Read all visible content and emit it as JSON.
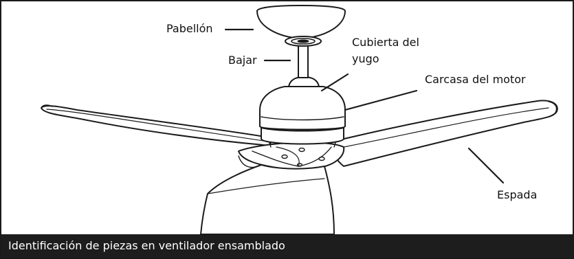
{
  "diagram": {
    "labels": {
      "canopy": "Pabellón",
      "downrod": "Bajar",
      "yoke_cover_line1": "Cubierta del",
      "yoke_cover_line2": "yugo",
      "motor_housing": "Carcasa del motor",
      "blade": "Espada"
    },
    "caption": "Identificación de piezas en ventilador ensamblado"
  },
  "colors": {
    "outline": "#1a1a1a",
    "caption_bg": "#1d1d1d",
    "caption_text": "#ffffff"
  }
}
